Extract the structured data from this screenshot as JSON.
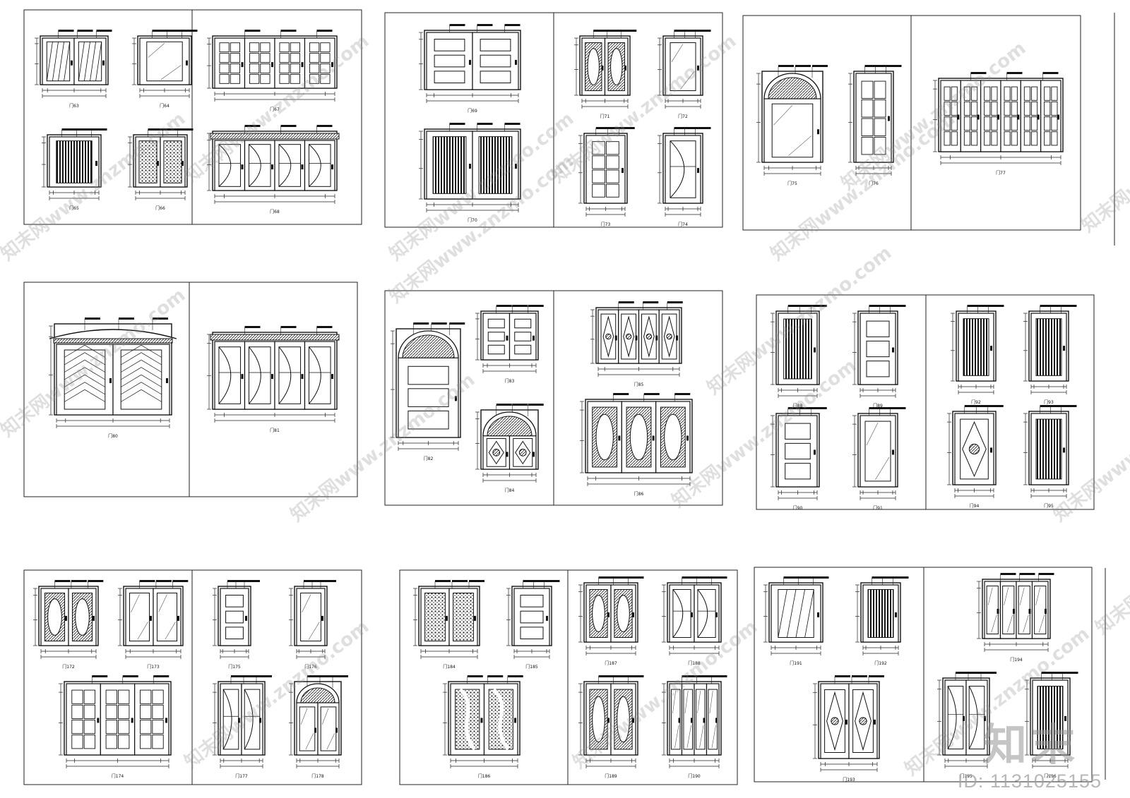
{
  "watermark": {
    "brand_mark": "知末",
    "id_text": "ID: 1131025155",
    "diagonal_text": "知末网www.znzmo.com"
  },
  "sheets": [
    {
      "panels": [
        {
          "doors": [
            {
              "type": "double-diag",
              "label": "门63"
            },
            {
              "type": "circles",
              "label": "门64"
            },
            {
              "type": "single-bar",
              "label": "门65"
            },
            {
              "type": "double-tex",
              "label": "门66"
            }
          ]
        },
        {
          "doors": [
            {
              "type": "quad-grid",
              "label": "门67"
            },
            {
              "type": "quad-arc",
              "label": "门68"
            }
          ]
        }
      ]
    },
    {
      "panels": [
        {
          "doors": [
            {
              "type": "double-panel",
              "label": "门69"
            },
            {
              "type": "double-vert",
              "label": "门70"
            }
          ]
        },
        {
          "doors": [
            {
              "type": "double-oval",
              "label": "门71"
            },
            {
              "type": "single-glass",
              "label": "门72"
            },
            {
              "type": "single-lattice",
              "label": "门73"
            },
            {
              "type": "single-curve",
              "label": "门74"
            }
          ]
        }
      ]
    },
    {
      "panels": [
        {
          "doors": [
            {
              "type": "arch-fan",
              "label": "门75"
            },
            {
              "type": "single-grid",
              "label": "门76"
            }
          ]
        },
        {
          "doors": [
            {
              "type": "hexa-grid",
              "label": "门77"
            }
          ]
        }
      ]
    },
    {
      "panels": [
        {
          "doors": [
            {
              "type": "roof-herring",
              "label": "门80"
            }
          ]
        },
        {
          "doors": [
            {
              "type": "quad-arc",
              "label": "门81"
            }
          ]
        }
      ]
    },
    {
      "panels": [
        {
          "doors": [
            {
              "type": "arch-panel",
              "label": "门82"
            },
            {
              "type": "double-panel",
              "label": "门83"
            },
            {
              "type": "arch-stained",
              "label": "门84"
            }
          ]
        },
        {
          "doors": [
            {
              "type": "quad-diamond",
              "label": "门85"
            },
            {
              "type": "wide-roundels",
              "label": "门86"
            }
          ]
        }
      ]
    },
    {
      "panels": [
        {
          "doors": [
            {
              "type": "single-side",
              "label": "门88"
            },
            {
              "type": "single-steps",
              "label": "门89"
            },
            {
              "type": "single-band",
              "label": "门90"
            },
            {
              "type": "single-glass",
              "label": "门91"
            }
          ]
        },
        {
          "doors": [
            {
              "type": "single-stripes",
              "label": "门92"
            },
            {
              "type": "single-slits",
              "label": "门93"
            },
            {
              "type": "single-stained",
              "label": "门94"
            },
            {
              "type": "single-split",
              "label": "门95"
            }
          ]
        }
      ]
    },
    {
      "panels": [
        {
          "doors": [
            {
              "type": "double-ornate",
              "label": "门172"
            },
            {
              "type": "double-glass",
              "label": "门173"
            },
            {
              "type": "triple-grid",
              "label": "门174"
            }
          ]
        },
        {
          "doors": [
            {
              "type": "single-dots",
              "label": "门175"
            },
            {
              "type": "single-glass",
              "label": "门176"
            },
            {
              "type": "double-curve",
              "label": "门177"
            },
            {
              "type": "arch-glass",
              "label": "门178"
            }
          ]
        }
      ]
    },
    {
      "panels": [
        {
          "doors": [
            {
              "type": "double-tex",
              "label": "门184"
            },
            {
              "type": "single-steps",
              "label": "门185"
            },
            {
              "type": "double-wave",
              "label": "门186"
            }
          ]
        },
        {
          "doors": [
            {
              "type": "double-ornate",
              "label": "门187"
            },
            {
              "type": "double-rays",
              "label": "门188"
            },
            {
              "type": "double-oval",
              "label": "门189"
            },
            {
              "type": "sliding",
              "label": "门190"
            }
          ]
        }
      ]
    },
    {
      "panels": [
        {
          "doors": [
            {
              "type": "single-diag",
              "label": "门191"
            },
            {
              "type": "single-side",
              "label": "门192"
            },
            {
              "type": "double-stained",
              "label": "门193"
            }
          ]
        },
        {
          "doors": [
            {
              "type": "folding",
              "label": "门194"
            },
            {
              "type": "double-curve",
              "label": "门195"
            },
            {
              "type": "single-split",
              "label": "门196"
            }
          ]
        }
      ]
    }
  ]
}
